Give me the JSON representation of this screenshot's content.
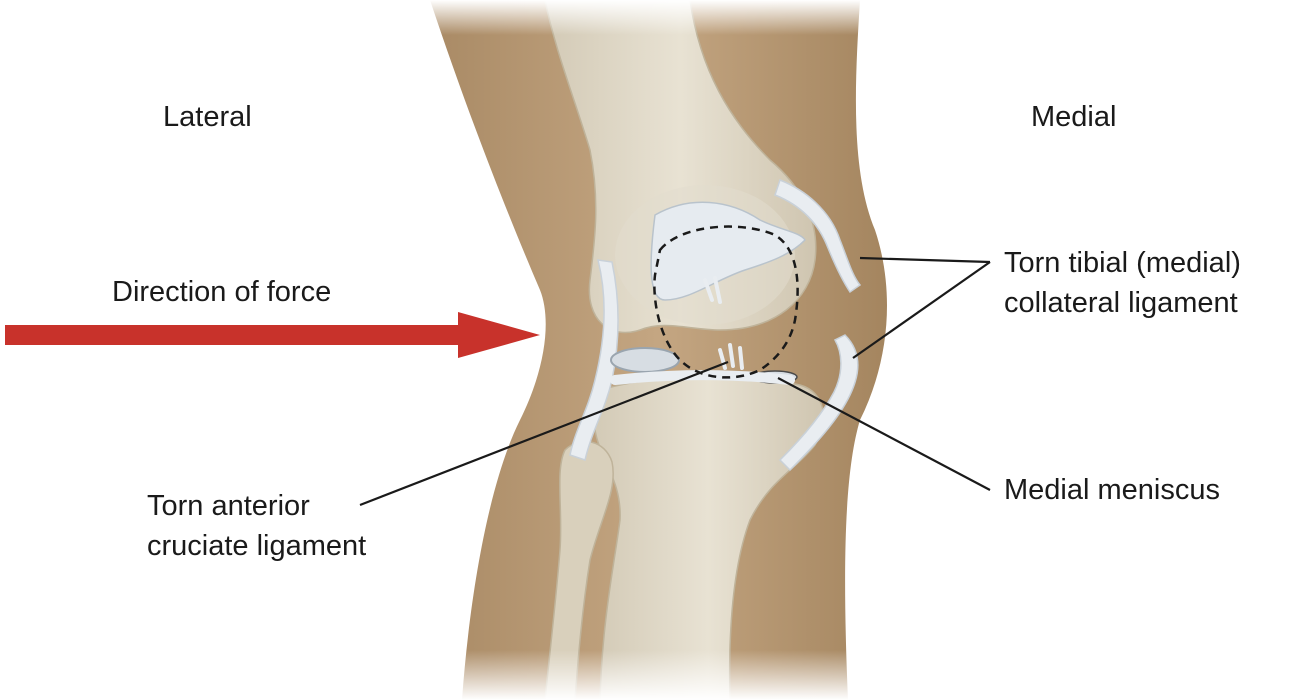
{
  "diagram": {
    "colors": {
      "force_arrow": "#c8322b",
      "skin": "#b89a76",
      "bone": "#ded7c6",
      "ligament": "#e9edf1",
      "leader_line": "#1a1a1a"
    },
    "labels": {
      "lateral": "Lateral",
      "medial": "Medial",
      "direction_of_force": "Direction of force",
      "torn_tibial_line1": "Torn tibial (medial)",
      "torn_tibial_line2": "collateral ligament",
      "torn_acl_line1": "Torn anterior",
      "torn_acl_line2": "cruciate ligament",
      "medial_meniscus": "Medial meniscus"
    }
  }
}
